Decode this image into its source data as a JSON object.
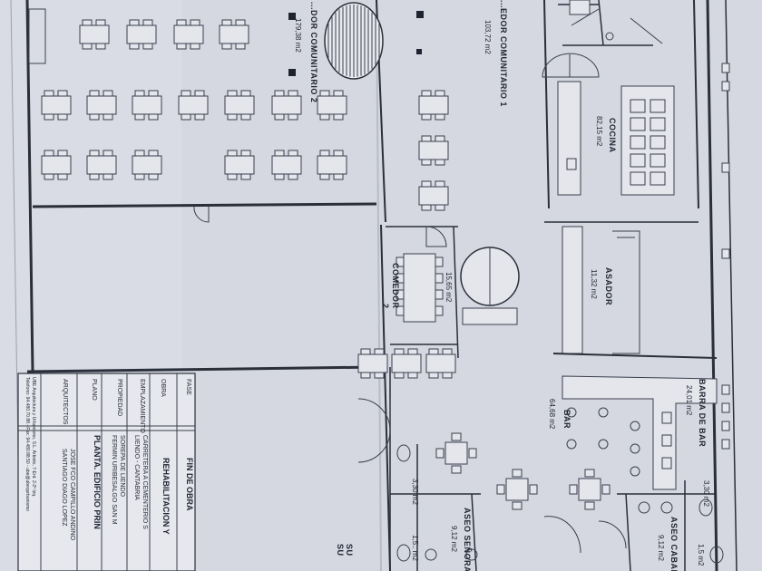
{
  "rooms": {
    "comedor_1": {
      "name": "...EDOR COMUNITARIO 1",
      "area": "103,72 m2"
    },
    "comedor_2_top": {
      "name": "...DOR COMUNITARIO 2",
      "area": "179,38 m2"
    },
    "cocina": {
      "name": "COCINA",
      "area": "82,15 m2"
    },
    "comedor_2": {
      "name_line1": "COMEDOR",
      "name_line2": "2",
      "area": "15,65 m2"
    },
    "asador": {
      "name": "ASADOR",
      "area": "11,32 m2"
    },
    "barra": {
      "name": "BARRA DE BAR",
      "area": "24,01 m2"
    },
    "bar": {
      "name": "BAR",
      "area": "64,68 m2"
    },
    "aseo_senoras": {
      "name": "ASEO SEÑORAS",
      "area": "9,12 m2"
    },
    "aseo_caballeros": {
      "name": "ASEO CABALL...",
      "area": "9,12 m2"
    },
    "wc_1": {
      "area": "3,30 m2"
    },
    "wc_2": {
      "area": "3,30 m2"
    },
    "wc_3": {
      "area": "1,5.. m2"
    },
    "wc_4": {
      "area": "1,5 m2"
    },
    "partial_su_1": "SU",
    "partial_su_2": "SU"
  },
  "title_block": {
    "fase_label": "FASE",
    "fase_value": "FIN DE OBRA",
    "obra_label": "OBRA",
    "obra_value": "REHABILITACION Y",
    "emplazamiento_label": "EMPLAZAMIENTO",
    "emplazamiento_line1": "CARRETERA A CEMENTERIO S",
    "emplazamiento_line2": "LIENDO - CANTABRIA",
    "propiedad_label": "PROPIEDAD",
    "propiedad_line1": "SOREPA DE LIENDO",
    "propiedad_line2": "FERMIN URIBESALGO SAN M",
    "plano_label": "PLANO",
    "plano_value": "PLANTA. EDIFICIO PRIN",
    "arquitectos_label": "ARQUITECTOS",
    "arquitectos_line1": "JOSE FCO CAMPILLO ANDINO",
    "arquitectos_line2": "SANTIAGO DIAGO LOPEZ",
    "firm_line1": "UBE Arquitectura y Urbanismo, S.L. Arbieto, 7-Ent. 2-2ª Izq.",
    "firm_line2": "Telefono: 94.480.70.88 - Fax: 94.480.88.50 - ube@ubequrbanismo"
  }
}
